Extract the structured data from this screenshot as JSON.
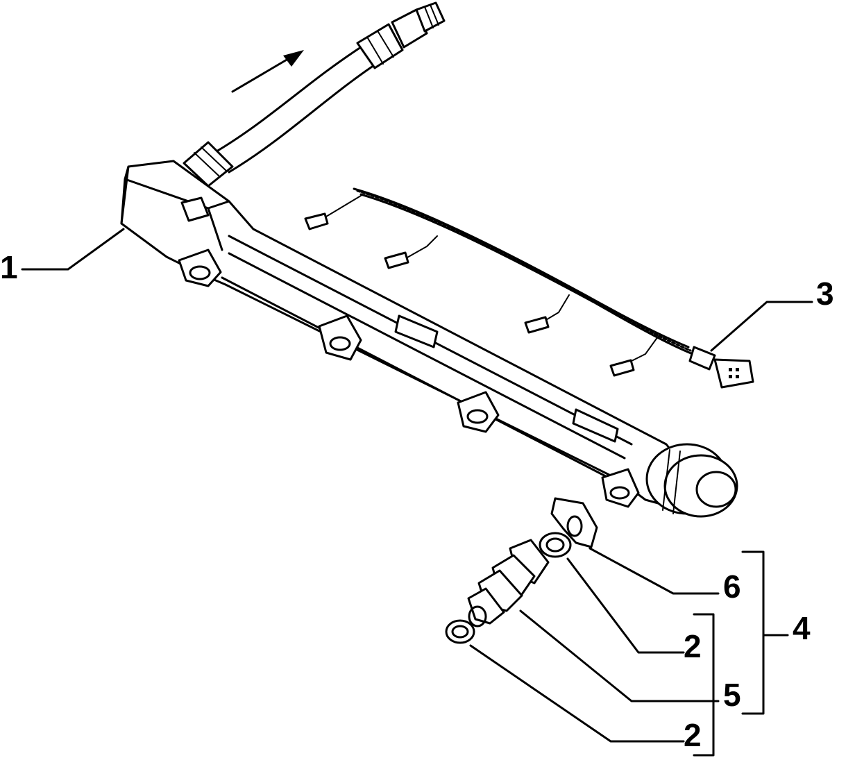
{
  "callouts": {
    "c1": "1",
    "c3": "3",
    "c6": "6",
    "c2a": "2",
    "c4": "4",
    "c5": "5",
    "c2b": "2"
  },
  "parts": [
    {
      "ref": "1",
      "icon": "fuel-rail"
    },
    {
      "ref": "2",
      "icon": "o-ring-seal"
    },
    {
      "ref": "3",
      "icon": "injector-wiring-harness"
    },
    {
      "ref": "4",
      "icon": "injector-kit-bracket"
    },
    {
      "ref": "5",
      "icon": "fuel-injector"
    },
    {
      "ref": "6",
      "icon": "injector-clip"
    }
  ],
  "colors": {
    "line": "#000000",
    "background": "#ffffff"
  }
}
